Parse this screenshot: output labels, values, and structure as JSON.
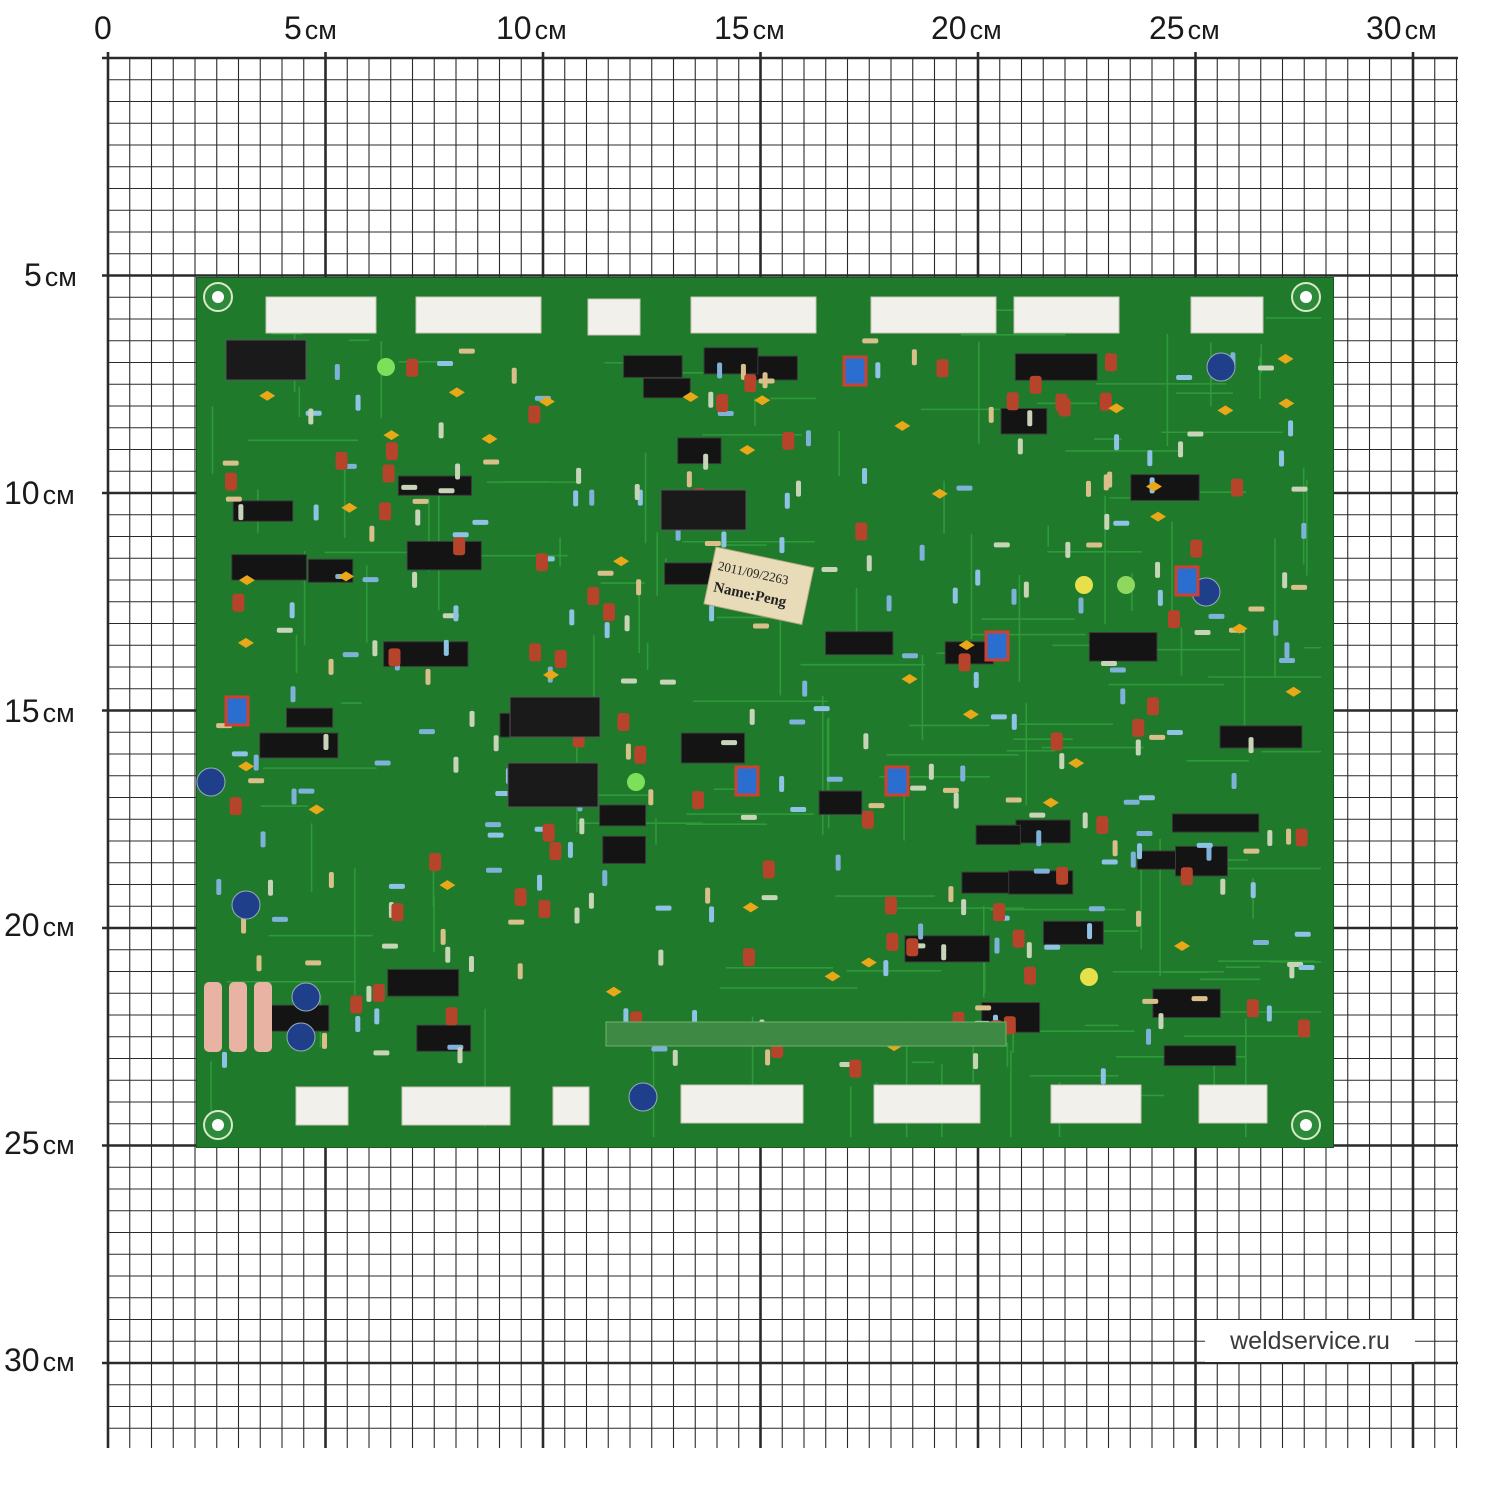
{
  "ruler": {
    "unit": "см",
    "x_ticks": [
      "0",
      "5",
      "10",
      "15",
      "20",
      "25",
      "30"
    ],
    "y_ticks": [
      "5",
      "10",
      "15",
      "20",
      "25",
      "30"
    ]
  },
  "board": {
    "sticker_line1": "Name:Peng",
    "sticker_line2": "2011/09/2263",
    "colors": {
      "pcb": "#1f7a2c",
      "trace": "#2f9a3a",
      "grid": "#2a2a2a"
    }
  },
  "watermark": "weldservice.ru"
}
